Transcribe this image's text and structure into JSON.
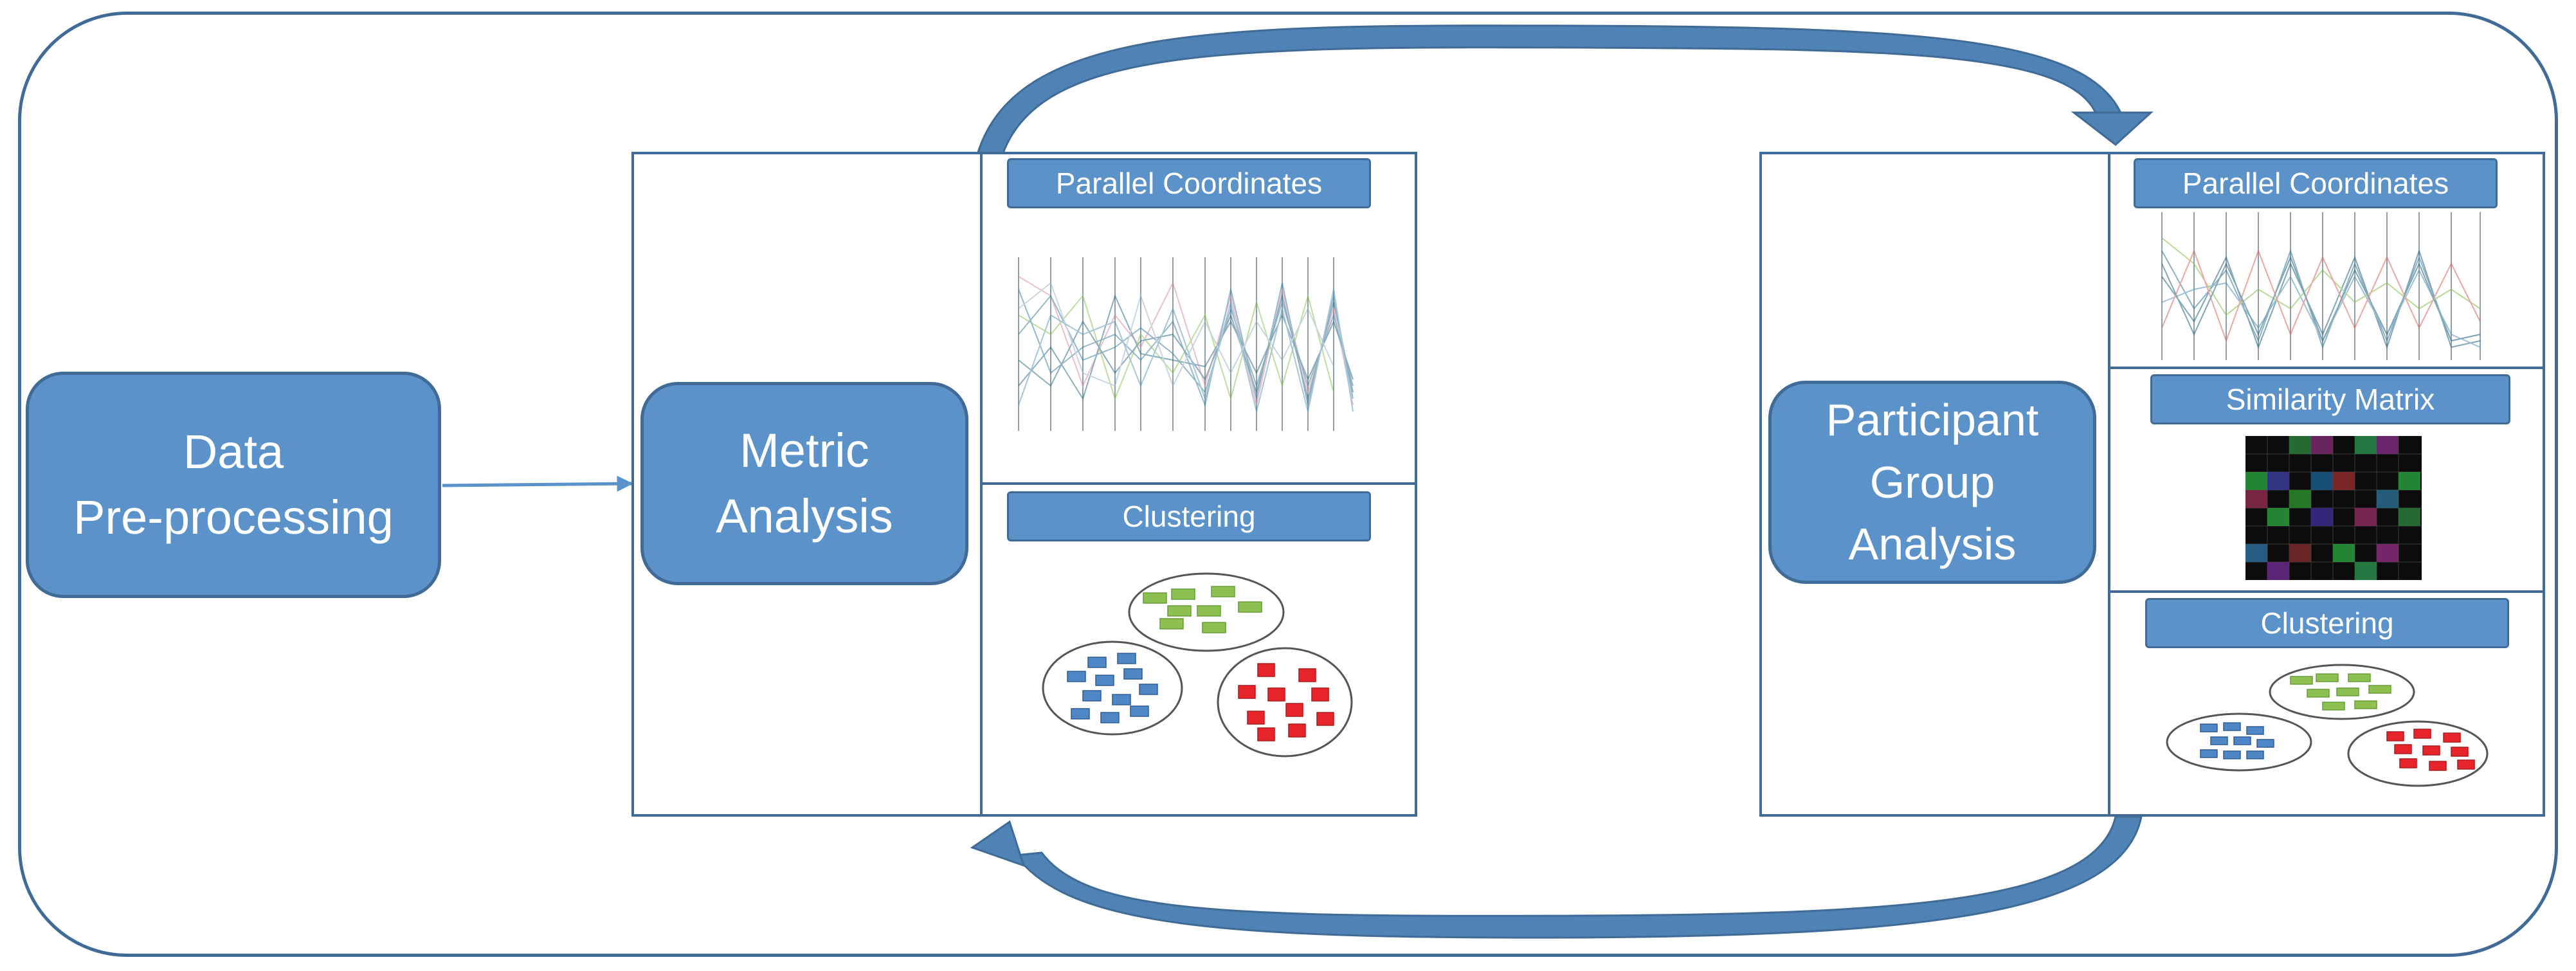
{
  "nodes": {
    "preprocessing": {
      "lines": [
        "Data",
        "Pre-processing"
      ]
    },
    "metric": {
      "lines": [
        "Metric",
        "Analysis"
      ]
    },
    "participant": {
      "lines": [
        "Participant",
        "Group",
        "Analysis"
      ]
    }
  },
  "metric_views": {
    "parallel": "Parallel Coordinates",
    "clustering": "Clustering"
  },
  "participant_views": {
    "parallel": "Parallel Coordinates",
    "similarity": "Similarity Matrix",
    "clustering": "Clustering"
  },
  "colors": {
    "box_fill": "#5b92c9",
    "box_border": "#3f6b96",
    "cluster_blue": "#4f86c6",
    "cluster_green": "#8cc152",
    "cluster_red": "#e8242b"
  }
}
